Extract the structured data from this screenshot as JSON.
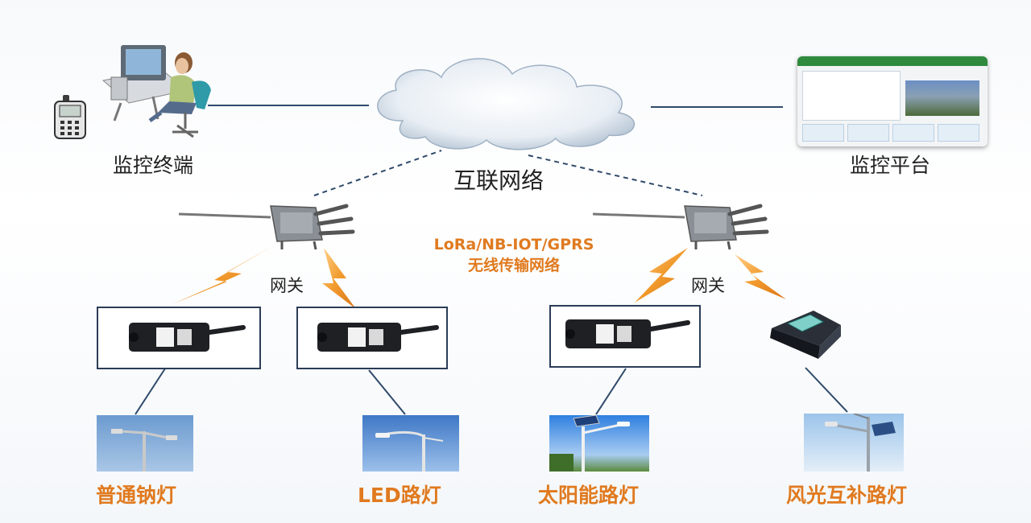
{
  "labels": {
    "monitor_terminal": "监控终端",
    "monitor_platform": "监控平台",
    "internet": "互联网络",
    "gateway_left": "网关",
    "gateway_right": "网关",
    "wireless_line1": "LoRa/NB-IOT/GPRS",
    "wireless_line2": "无线传输网络"
  },
  "lamps": [
    {
      "label": "普通钠灯"
    },
    {
      "label": "LED路灯"
    },
    {
      "label": "太阳能路灯"
    },
    {
      "label": "风光互补路灯"
    }
  ],
  "colors": {
    "accent_orange": "#e07a1f",
    "box_border": "#2b3d57",
    "line": "#2f4a6a"
  },
  "icons": [
    "mobile-phone-icon",
    "computer-user-icon",
    "cloud-icon",
    "gateway-icon",
    "lightning-icon",
    "controller-module-icon",
    "solar-controller-icon",
    "street-lamp-icon"
  ]
}
